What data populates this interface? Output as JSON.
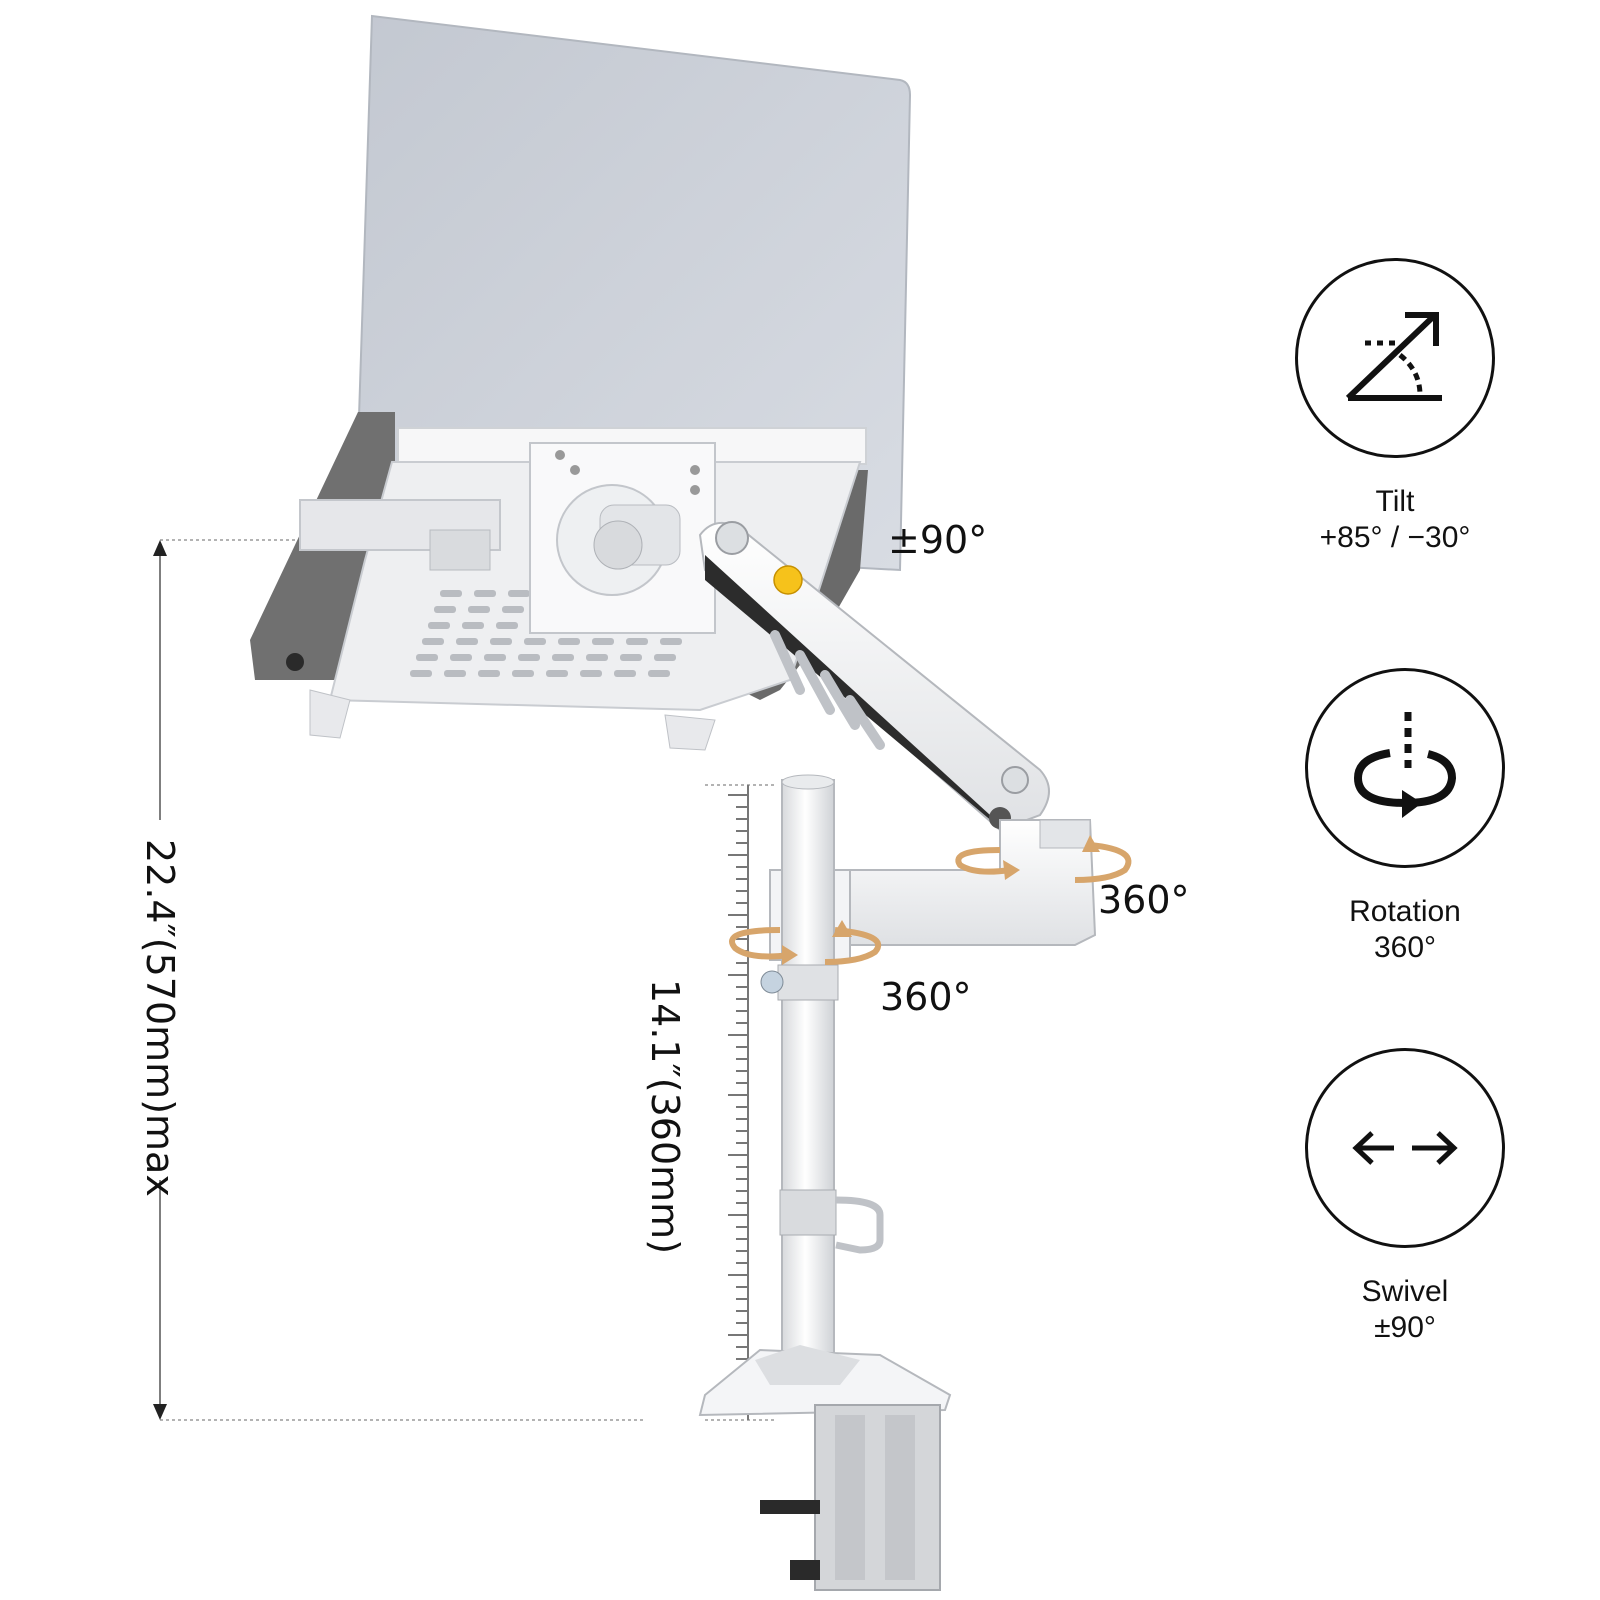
{
  "angles": {
    "tilt_label": "±90°",
    "arm_rotation_label": "360°",
    "pole_rotation_label": "360°"
  },
  "dimensions": {
    "max_height": "22.4″(570mm)max",
    "pole_height": "14.1″(360mm)"
  },
  "features": [
    {
      "name": "Tilt",
      "value": "+85°  / −30°",
      "icon": "tilt-angle-icon"
    },
    {
      "name": "Rotation",
      "value": "360°",
      "icon": "rotation-icon"
    },
    {
      "name": "Swivel",
      "value": "±90°",
      "icon": "swivel-arrows-icon"
    }
  ],
  "colors": {
    "rotation_arrow": "#d7a56b",
    "laptop": "#c9ced6",
    "mount_white": "#f2f3f5",
    "dark_gray": "#6e6e6e"
  }
}
